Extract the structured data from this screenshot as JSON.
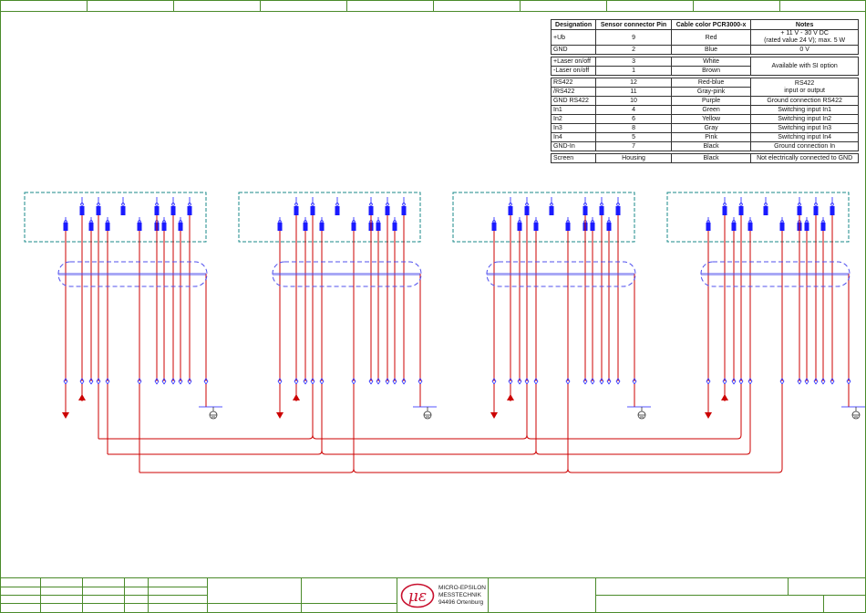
{
  "table": {
    "headers": [
      "Designation",
      "Sensor connector Pin",
      "Cable color PCR3000-x",
      "Notes"
    ],
    "rows": [
      {
        "designation": "+Ub",
        "pin": "9",
        "color": "Red",
        "note": "+ 11 V - 30 V DC",
        "note2": "(rated value 24 V); max. 5 W"
      },
      {
        "designation": "GND",
        "pin": "2",
        "color": "Blue",
        "note": "0 V"
      },
      {
        "designation": "+Laser on/off",
        "pin": "3",
        "color": "White",
        "note": "Available with SI option"
      },
      {
        "designation": "-Laser on/off",
        "pin": "1",
        "color": "Brown"
      },
      {
        "designation": "RS422",
        "pin": "12",
        "color": "Red-blue",
        "note": "RS422",
        "note2": "input or output"
      },
      {
        "designation": "/RS422",
        "pin": "11",
        "color": "Gray-pink"
      },
      {
        "designation": "GND RS422",
        "pin": "10",
        "color": "Purple",
        "note": "Ground connection RS422"
      },
      {
        "designation": "In1",
        "pin": "4",
        "color": "Green",
        "note": "Switching input In1"
      },
      {
        "designation": "In2",
        "pin": "6",
        "color": "Yellow",
        "note": "Switching input In2"
      },
      {
        "designation": "In3",
        "pin": "8",
        "color": "Gray",
        "note": "Switching input In3"
      },
      {
        "designation": "In4",
        "pin": "5",
        "color": "Pink",
        "note": "Switching input In4"
      },
      {
        "designation": "GND-In",
        "pin": "7",
        "color": "Black",
        "note": "Ground connection In"
      },
      {
        "designation": "Screen",
        "pin": "Housing",
        "color": "Black",
        "note": "Not electrically connected to GND"
      }
    ]
  },
  "title_block": {
    "company_line1": "MICRO-EPSILON",
    "company_line2": "MESSTECHNIK",
    "company_line3": "94496 Ortenburg",
    "logo_text": "με"
  },
  "colors": {
    "frame": "#4a8a2a",
    "wire": "#cc0000",
    "connector": "#1a1aff",
    "sensor_box": "#1a8a8a",
    "shield": "#5050ee",
    "ground": "#333333"
  },
  "icons": [
    "ground-icon",
    "connector-pin-icon",
    "logo-icon"
  ]
}
